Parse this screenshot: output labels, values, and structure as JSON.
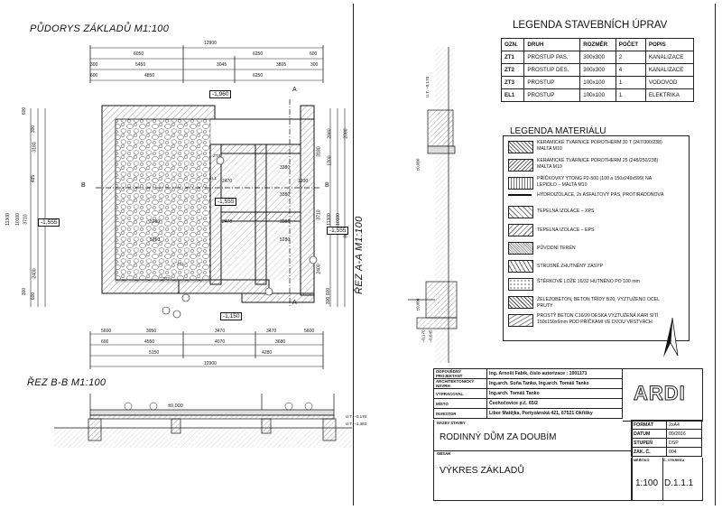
{
  "plan": {
    "title": "PŮDORYS ZÁKLADŮ  M1:100",
    "dims_top": [
      "12900",
      "6050",
      "6250",
      "600",
      "300",
      "5450",
      "3045",
      "3805",
      "300",
      "600",
      "4850",
      "6250"
    ],
    "dims_bottom": [
      "5600",
      "3950",
      "3470",
      "3470",
      "5600",
      "4550",
      "4070",
      "3680",
      "600",
      "5150",
      "4280",
      "12900"
    ],
    "dims_left": [
      "11300",
      "10100",
      "600",
      "3710",
      "300",
      "3180",
      "485",
      "2400",
      "600",
      "300"
    ],
    "dims_right": [
      "11300",
      "10100",
      "8620",
      "2080",
      "2080",
      "1200",
      "3180",
      "3710",
      "2400",
      "600",
      "300"
    ],
    "inner_dims": [
      "3380",
      "2470",
      "1200",
      "3380",
      "5280",
      "3380",
      "2470",
      "5280",
      "5250"
    ],
    "levels": [
      "-1,960",
      "-1,555",
      "-1,555",
      "-1,555",
      "-1,150"
    ],
    "marks": [
      "ZT3",
      "ZT2",
      "ZT1",
      "EL1"
    ],
    "section_marks": [
      "B",
      "B",
      "A",
      "A"
    ]
  },
  "section_bb": {
    "title": "ŘEZ B-B  M1:100",
    "levels": [
      "±0,000",
      "U.T. −0,170",
      "U.T. −1,383"
    ]
  },
  "section_aa": {
    "title": "ŘEZ A-A  M1:100",
    "levels": [
      "U.T. −0,170",
      "±0,000",
      "±0,000",
      "−0,170",
      "−0,645"
    ]
  },
  "legend_works": {
    "title": "LEGENDA STAVEBNÍCH ÚPRAV",
    "headers": [
      "OZN.",
      "DRUH",
      "ROZMĚR",
      "POČET",
      "POPIS"
    ],
    "rows": [
      [
        "ZT1",
        "PROSTUP PAS.",
        "300x300",
        "2",
        "KANALIZACE"
      ],
      [
        "ZT2",
        "PROSTUP DES.",
        "300x300",
        "4",
        "KANALIZACE"
      ],
      [
        "ZT3",
        "PROSTUP",
        "100x100",
        "1",
        "VODOVOD"
      ],
      [
        "EL1",
        "PROSTUP",
        "100x100",
        "1",
        "ELEKTRIKA"
      ]
    ]
  },
  "legend_materials": {
    "title": "LEGENDA MATERIÁLU",
    "items": [
      "KERAMICKÉ TVÁRNICE POROTHERM 30 T (247/300/238) MALTA M10",
      "KERAMICKÉ TVÁRNICE POROTHERM 25 (248/250/238) MALTA M10",
      "PŘÍČKOVKY YTONG P2-500 (100 a 150x249x599) NA LEPIDLO – MALTA M10",
      "HYDROIZOLACE, 2x ASFALTOVÝ PÁS, PROTIRADONOVÁ",
      "TEPELNÁ IZOLACE – XPS",
      "TEPELNÁ IZOLACE – EPS",
      "PŮVODNÍ TERÉN",
      "STRUSNÉ ZHUTNĚNÝ ZÁSYP",
      "ŠTĚRKOVÉ LOŽE 16/32 HUTNĚNO PO 100 mm",
      "ŽELEZOBETON, BETON TŘÍDY B20, VYZTUŽENO OCEL PRUTY",
      "PROSTÝ BETON C16/20 DESKA VYZTUŽENÁ KARI SÍTÍ 150x150x6mm POD PŘÍČKAMI VE DVOU VRSTVÁCH"
    ]
  },
  "title_block": {
    "rows": [
      {
        "label": "ODPOVĚDNÝ PROJEKTANT",
        "value": "Ing. Arnošt Fabík, číslo autorizace : 1001171"
      },
      {
        "label": "ARCHITEKTONICKÝ NÁVRH",
        "value": "Ing.arch. Soňa Tanko, Ing.arch. Tomáš Tanko"
      },
      {
        "label": "VYPRACOVAL",
        "value": "Ing.arch. Tomáš Tanko"
      },
      {
        "label": "MÍSTO",
        "value": "Čechočovice p.č. 65/2"
      },
      {
        "label": "INVESTOR",
        "value": "Libor Matějka, Portyzánská 421, 67521 Okříšky"
      }
    ],
    "logo": "ARDI",
    "project_label": "NÁZEV STAVBY",
    "project": "RODINNÝ DŮM ZA DOUBÍM",
    "content_label": "OBSAH",
    "content": "VÝKRES ZÁKLADŮ",
    "meta": [
      {
        "label": "FORMÁT",
        "value": "2xA4"
      },
      {
        "label": "DATUM",
        "value": "09/2016"
      },
      {
        "label": "STUPEŇ",
        "value": "DSP"
      },
      {
        "label": "ZAK. Č.",
        "value": "004"
      }
    ],
    "scale_label": "MĚŘÍTKO",
    "scale": "1:100",
    "sheet_label": "Č. VÝKRESU",
    "sheet": "D.1.1.1"
  },
  "colors": {
    "line": "#111111",
    "hatch": "#555555",
    "gray": "#cccccc"
  }
}
